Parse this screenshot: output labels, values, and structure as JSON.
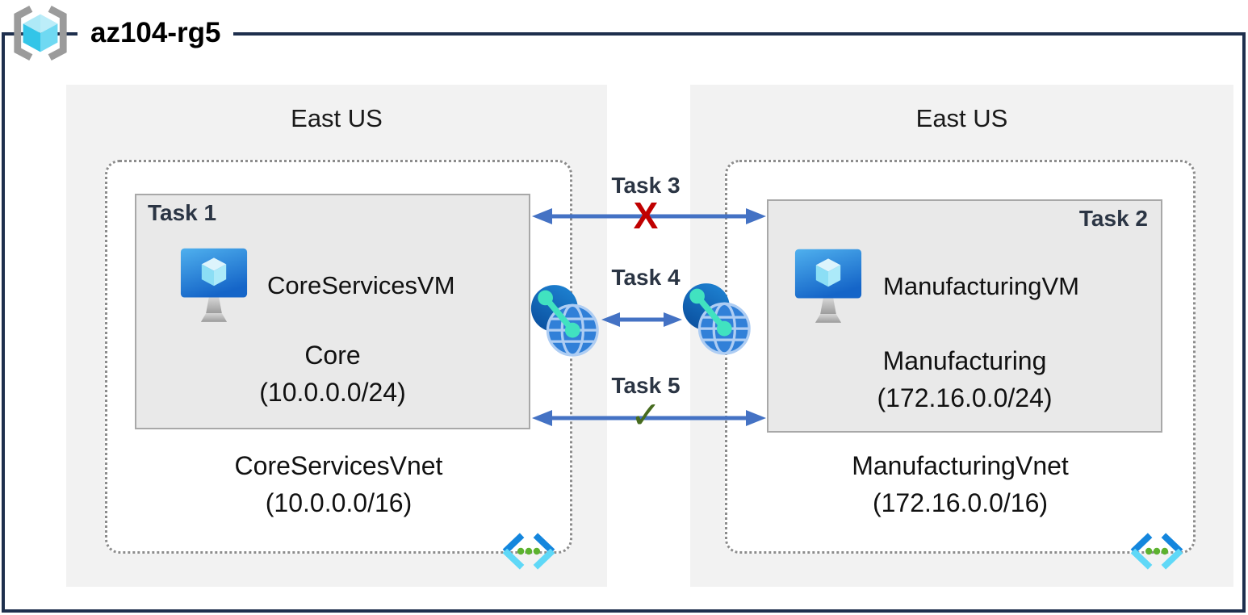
{
  "title": "az104-rg5",
  "regions": [
    {
      "name": "East US",
      "vnet": {
        "name": "CoreServicesVnet",
        "cidr": "(10.0.0.0/16)"
      },
      "subnet": {
        "task": "Task 1",
        "vm_name": "CoreServicesVM",
        "name": "Core",
        "cidr": "(10.0.0.0/24)"
      }
    },
    {
      "name": "East US",
      "vnet": {
        "name": "ManufacturingVnet",
        "cidr": "(172.16.0.0/16)"
      },
      "subnet": {
        "task": "Task 2",
        "vm_name": "ManufacturingVM",
        "name": "Manufacturing",
        "cidr": "(172.16.0.0/24)"
      }
    }
  ],
  "connections": [
    {
      "label": "Task 3",
      "glyph": "X"
    },
    {
      "label": "Task 4",
      "glyph": ""
    },
    {
      "label": "Task 5",
      "glyph": "✓"
    }
  ],
  "icons": {
    "resource_group": "resource-group-icon",
    "virtual_machine": "virtual-machine-icon",
    "network_peering": "network-peering-icon",
    "virtual_network": "virtual-network-icon"
  },
  "colors": {
    "outer_border": "#1e2f4d",
    "region_bg": "#f2f2f2",
    "subnet_bg": "#e9e9e9",
    "arrow": "#4472c4",
    "blocked_x": "#c00000",
    "allowed_check": "#466b1f"
  }
}
